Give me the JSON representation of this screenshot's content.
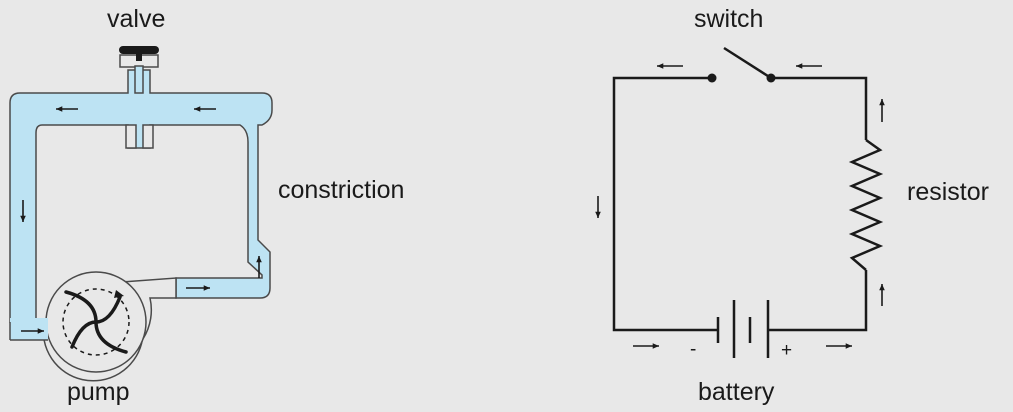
{
  "labels": {
    "valve": "valve",
    "constriction": "constriction",
    "pump": "pump",
    "switch": "switch",
    "resistor": "resistor",
    "battery": "battery"
  },
  "battery_signs": {
    "negative": "-",
    "positive": "+"
  },
  "colors": {
    "background": "#e8e8e8",
    "fluid": "#bde3f3",
    "outline": "#4a4a4a",
    "wire": "#1a1a1a"
  }
}
